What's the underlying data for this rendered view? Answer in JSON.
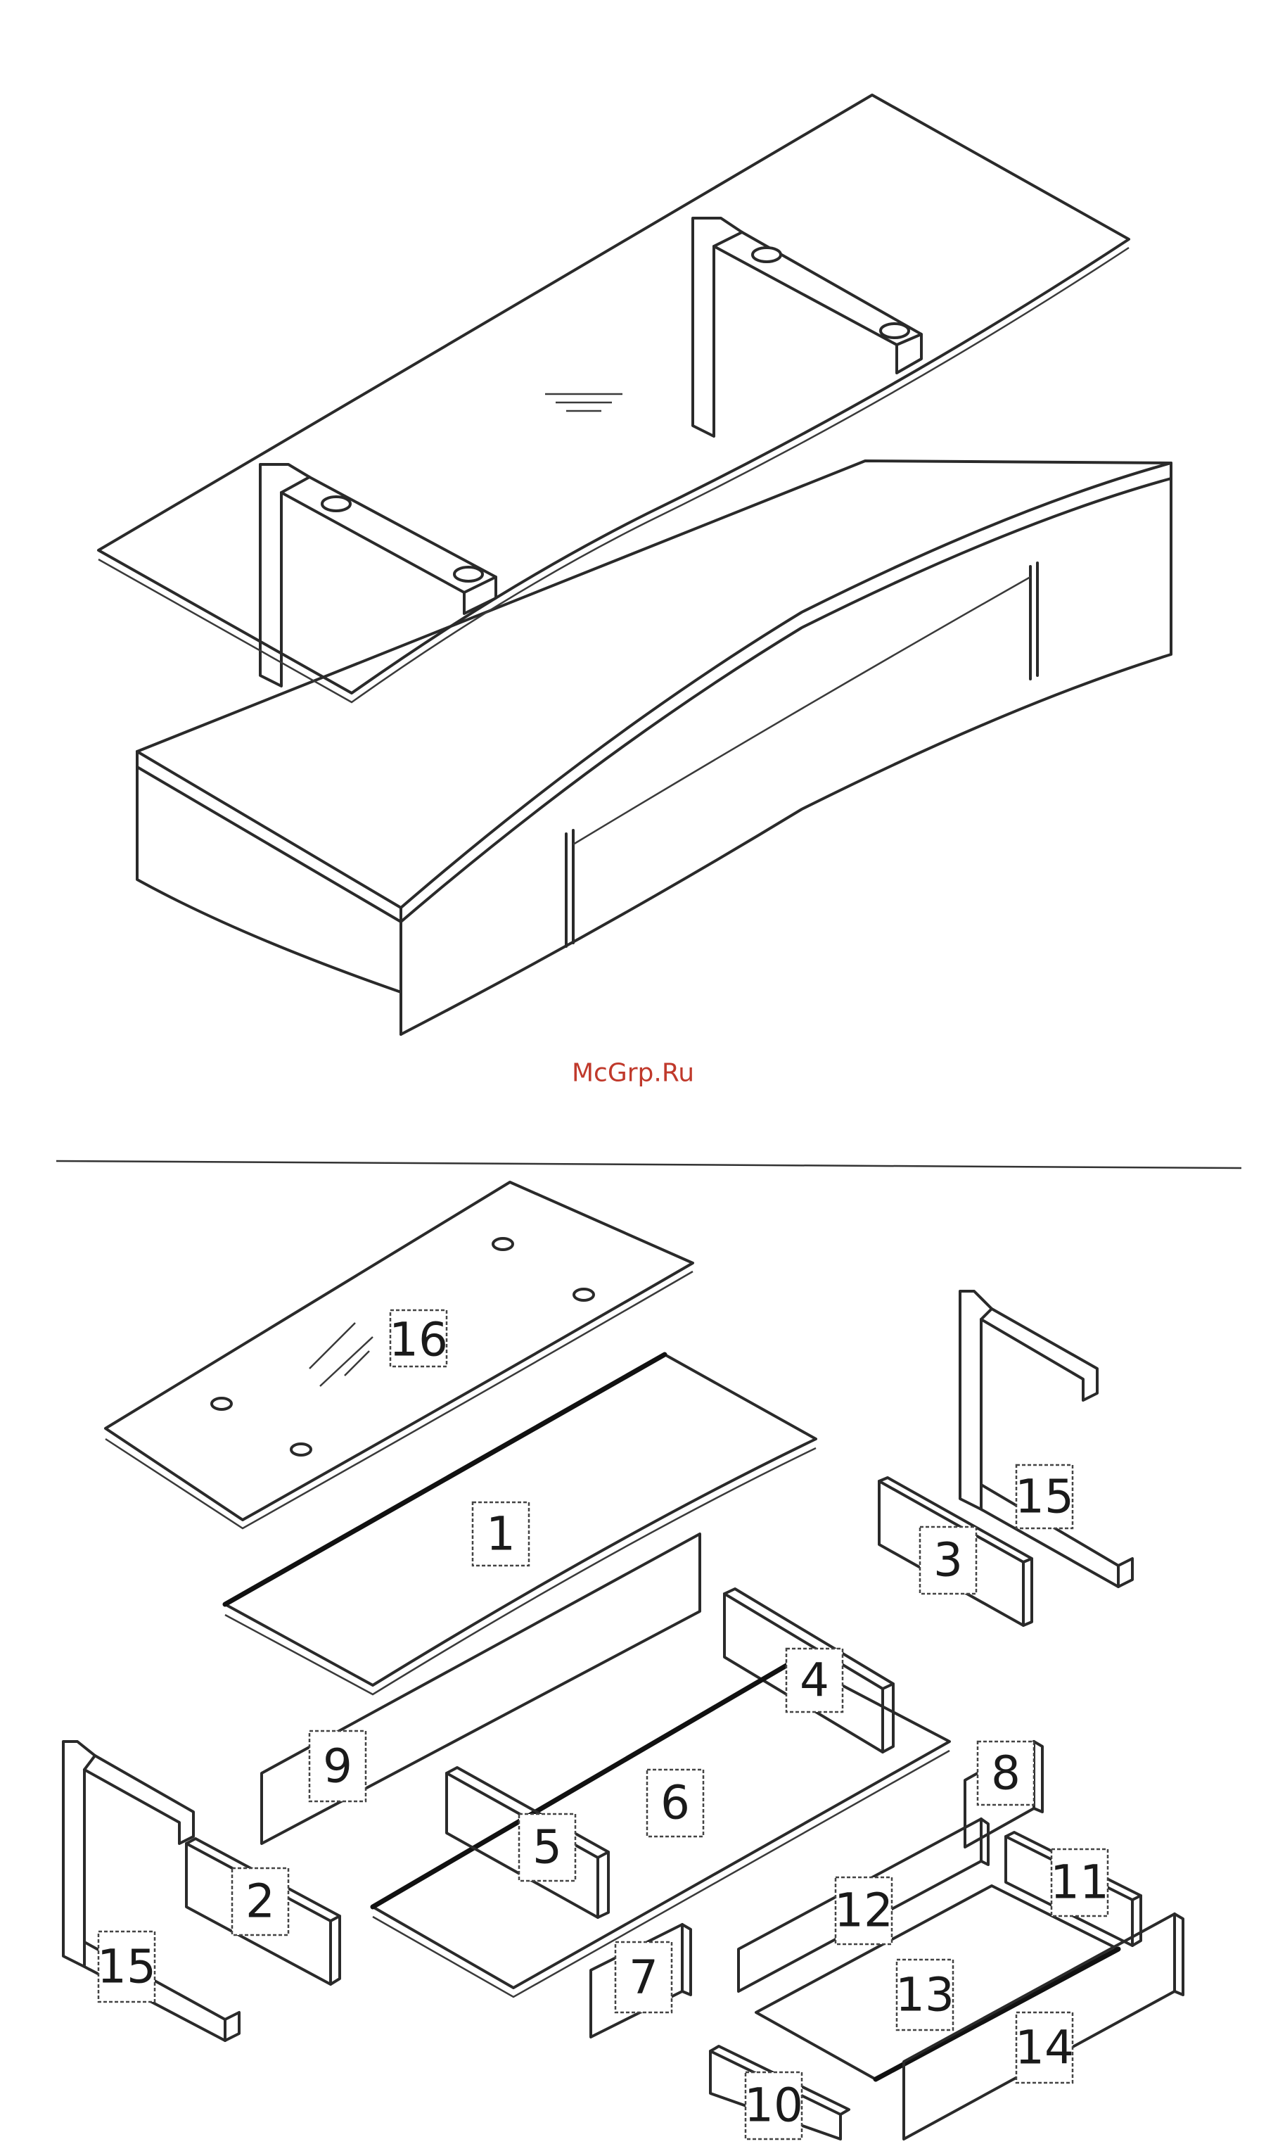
{
  "watermark": "McGrp.Ru",
  "colors": {
    "line": "#2a2a2a",
    "watermark": "#c0392b",
    "background": "#ffffff"
  },
  "callouts": {
    "c1": "1",
    "c2": "2",
    "c3": "3",
    "c4": "4",
    "c5": "5",
    "c6": "6",
    "c7": "7",
    "c8": "8",
    "c9": "9",
    "c10": "10",
    "c11": "11",
    "c12": "12",
    "c13": "13",
    "c14": "14",
    "c15a": "15",
    "c15b": "15",
    "c16": "16"
  }
}
